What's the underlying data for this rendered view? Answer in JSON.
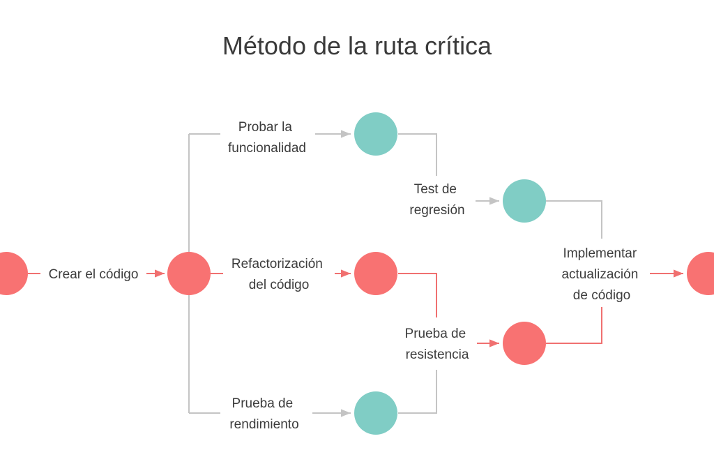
{
  "title": "Método de la ruta crítica",
  "colors": {
    "critical": "#f87272",
    "non_critical": "#80cdc5",
    "connector": "#c4c4c4",
    "critical_connector": "#f07070"
  },
  "nodes": [
    {
      "id": "start",
      "type": "critical"
    },
    {
      "id": "hub",
      "type": "critical"
    },
    {
      "id": "func-done",
      "type": "non-critical"
    },
    {
      "id": "refactor-done",
      "type": "critical"
    },
    {
      "id": "perf-done",
      "type": "non-critical"
    },
    {
      "id": "regression-done",
      "type": "non-critical"
    },
    {
      "id": "stress-done",
      "type": "critical"
    },
    {
      "id": "end",
      "type": "critical"
    }
  ],
  "activities": {
    "crear_codigo": [
      "Crear el código"
    ],
    "probar_funcionalidad": [
      "Probar la",
      "funcionalidad"
    ],
    "refactorizacion": [
      "Refactorización",
      "del código"
    ],
    "prueba_rendimiento": [
      "Prueba de",
      "rendimiento"
    ],
    "test_regresion": [
      "Test de",
      "regresión"
    ],
    "prueba_resistencia": [
      "Prueba de",
      "resistencia"
    ],
    "implementar": [
      "Implementar",
      "actualización",
      "de código"
    ]
  }
}
